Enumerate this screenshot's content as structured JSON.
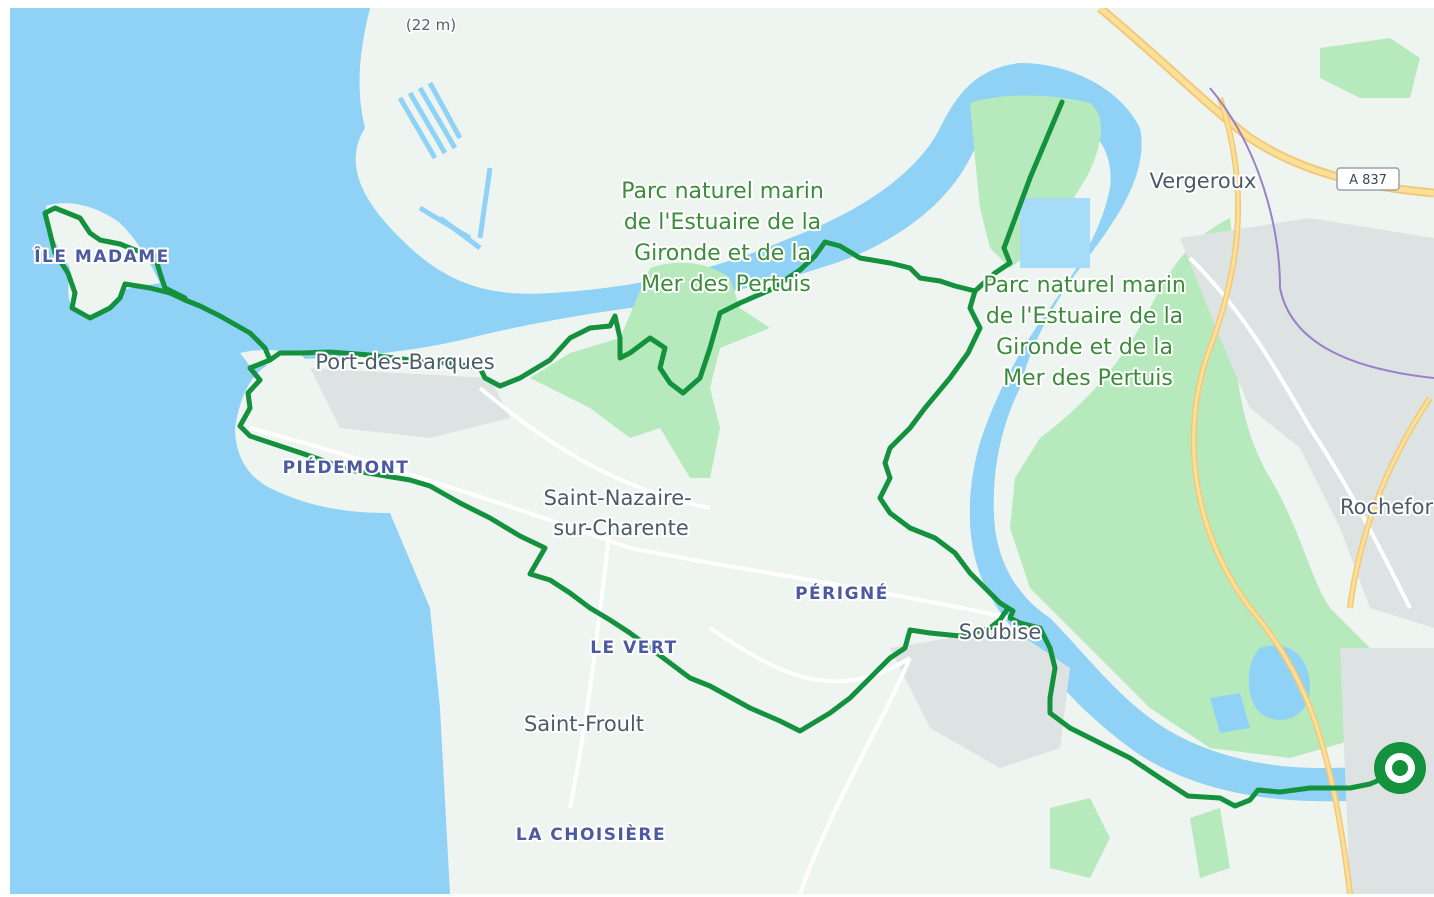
{
  "map": {
    "road_shield": "A 837",
    "route_color": "#14913c",
    "water_color": "#8fd2f6",
    "park_color": "#b6e9bb"
  },
  "labels": {
    "elevation": "(22 m)",
    "park_1": {
      "line1": "Parc naturel marin",
      "line2": "de l'Estuaire de la",
      "line3": "Gironde et de la",
      "line4": "Mer des Pertuis"
    },
    "park_2": {
      "line1": "Parc naturel marin",
      "line2": "de l'Estuaire de la",
      "line3": "Gironde et de la",
      "line4": "Mer des Pertuis"
    },
    "ile_madame": "ÎLE MADAME",
    "port_des_barques": "Port-des-Barques",
    "piedemont": "PIÉDEMONT",
    "saint_nazaire": {
      "line1": "Saint-Nazaire-",
      "line2": "sur-Charente"
    },
    "perigne": "PÉRIGNÉ",
    "soubise": "Soubise",
    "le_vert": "LE VERT",
    "saint_froult": "Saint-Froult",
    "la_choisiere": "LA CHOISIÈRE",
    "vergeroux": "Vergeroux",
    "rochefort": "Rochefor"
  }
}
